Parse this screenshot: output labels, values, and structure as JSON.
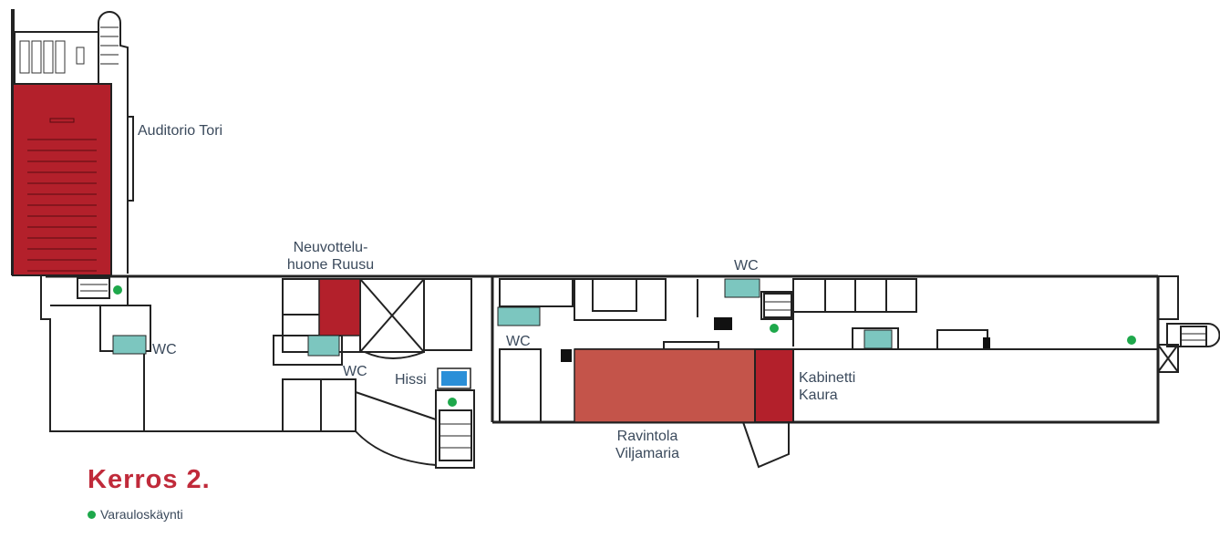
{
  "floor_title": "Kerros 2.",
  "legend": {
    "emergency_exit_label": "Varauloskäynti"
  },
  "rooms": {
    "auditorium": "Auditorio Tori",
    "meeting_room_line1": "Neuvottelu-",
    "meeting_room_line2": "huone Ruusu",
    "wc": "WC",
    "elevator": "Hissi",
    "restaurant_line1": "Ravintola",
    "restaurant_line2": "Viljamaria",
    "cabinet_line1": "Kabinetti",
    "cabinet_line2": "Kaura"
  },
  "colors": {
    "reserved_room": "#b3202b",
    "restaurant": "#c4544a",
    "wc": "#7cc6bf",
    "elevator": "#2a8fd8",
    "emergency_exit": "#1ea84b",
    "title": "#c02a3a"
  }
}
